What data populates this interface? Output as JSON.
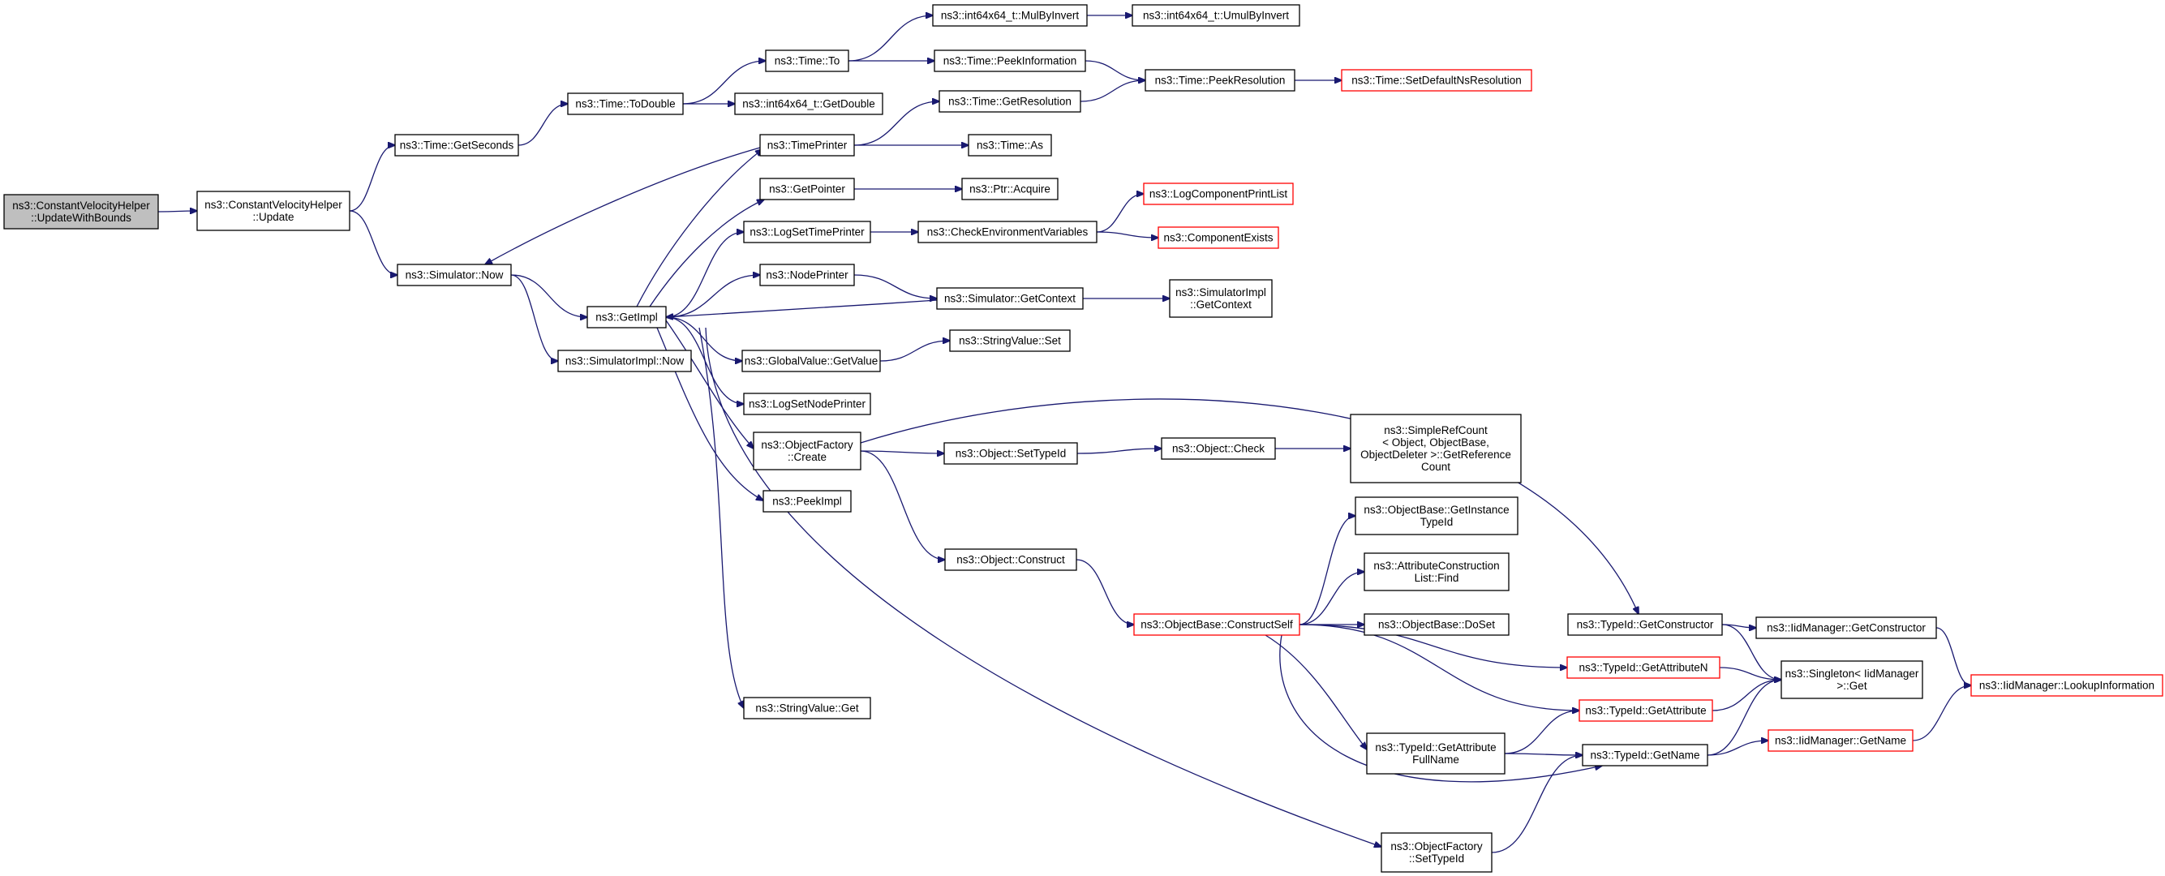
{
  "colors": {
    "edge": "#191970",
    "border": "#000000",
    "incomplete_border": "#ff0000",
    "root_fill": "#bfbfbf"
  },
  "nodes": [
    {
      "id": "cvh_updatewithbounds",
      "lines": [
        "ns3::ConstantVelocityHelper",
        "::UpdateWithBounds"
      ],
      "style": "root"
    },
    {
      "id": "cvh_update",
      "lines": [
        "ns3::ConstantVelocityHelper",
        "::Update"
      ],
      "style": "normal"
    },
    {
      "id": "time_getseconds",
      "lines": [
        "ns3::Time::GetSeconds"
      ],
      "style": "normal"
    },
    {
      "id": "simulator_now",
      "lines": [
        "ns3::Simulator::Now"
      ],
      "style": "normal"
    },
    {
      "id": "time_todouble",
      "lines": [
        "ns3::Time::ToDouble"
      ],
      "style": "normal"
    },
    {
      "id": "getimpl",
      "lines": [
        "ns3::GetImpl"
      ],
      "style": "normal"
    },
    {
      "id": "simulatorimpl_now",
      "lines": [
        "ns3::SimulatorImpl::Now"
      ],
      "style": "normal"
    },
    {
      "id": "time_to",
      "lines": [
        "ns3::Time::To"
      ],
      "style": "normal"
    },
    {
      "id": "int64_getdouble",
      "lines": [
        "ns3::int64x64_t::GetDouble"
      ],
      "style": "normal"
    },
    {
      "id": "int64_mulbyinvert",
      "lines": [
        "ns3::int64x64_t::MulByInvert"
      ],
      "style": "normal"
    },
    {
      "id": "int64_umulbyinvert",
      "lines": [
        "ns3::int64x64_t::UmulByInvert"
      ],
      "style": "normal"
    },
    {
      "id": "time_peekinformation",
      "lines": [
        "ns3::Time::PeekInformation"
      ],
      "style": "normal"
    },
    {
      "id": "time_getresolution",
      "lines": [
        "ns3::Time::GetResolution"
      ],
      "style": "normal"
    },
    {
      "id": "time_peekresolution",
      "lines": [
        "ns3::Time::PeekResolution"
      ],
      "style": "normal"
    },
    {
      "id": "time_setdefaultnsresolution",
      "lines": [
        "ns3::Time::SetDefaultNsResolution"
      ],
      "style": "incomplete"
    },
    {
      "id": "timeprinter",
      "lines": [
        "ns3::TimePrinter"
      ],
      "style": "normal"
    },
    {
      "id": "time_as",
      "lines": [
        "ns3::Time::As"
      ],
      "style": "normal"
    },
    {
      "id": "getpointer",
      "lines": [
        "ns3::GetPointer"
      ],
      "style": "normal"
    },
    {
      "id": "ptr_acquire",
      "lines": [
        "ns3::Ptr::Acquire"
      ],
      "style": "normal"
    },
    {
      "id": "logsettimeprinter",
      "lines": [
        "ns3::LogSetTimePrinter"
      ],
      "style": "normal"
    },
    {
      "id": "checkenvironmentvariables",
      "lines": [
        "ns3::CheckEnvironmentVariables"
      ],
      "style": "normal"
    },
    {
      "id": "logcomponentprintlist",
      "lines": [
        "ns3::LogComponentPrintList"
      ],
      "style": "incomplete"
    },
    {
      "id": "componentexists",
      "lines": [
        "ns3::ComponentExists"
      ],
      "style": "incomplete"
    },
    {
      "id": "nodeprinter",
      "lines": [
        "ns3::NodePrinter"
      ],
      "style": "normal"
    },
    {
      "id": "simulator_getcontext",
      "lines": [
        "ns3::Simulator::GetContext"
      ],
      "style": "normal"
    },
    {
      "id": "simulatorimpl_getcontext",
      "lines": [
        "ns3::SimulatorImpl",
        "::GetContext"
      ],
      "style": "normal"
    },
    {
      "id": "globalvalue_getvalue",
      "lines": [
        "ns3::GlobalValue::GetValue"
      ],
      "style": "normal"
    },
    {
      "id": "stringvalue_set",
      "lines": [
        "ns3::StringValue::Set"
      ],
      "style": "normal"
    },
    {
      "id": "logsetnodeprinter",
      "lines": [
        "ns3::LogSetNodePrinter"
      ],
      "style": "normal"
    },
    {
      "id": "objectfactory_create",
      "lines": [
        "ns3::ObjectFactory",
        "::Create"
      ],
      "style": "normal"
    },
    {
      "id": "object_settypeid",
      "lines": [
        "ns3::Object::SetTypeId"
      ],
      "style": "normal"
    },
    {
      "id": "object_check",
      "lines": [
        "ns3::Object::Check"
      ],
      "style": "normal"
    },
    {
      "id": "simplerefcount_getreferencecount",
      "lines": [
        "ns3::SimpleRefCount",
        "< Object, ObjectBase,",
        "ObjectDeleter >::GetReference",
        "Count"
      ],
      "style": "normal"
    },
    {
      "id": "peekimpl",
      "lines": [
        "ns3::PeekImpl"
      ],
      "style": "normal"
    },
    {
      "id": "object_construct",
      "lines": [
        "ns3::Object::Construct"
      ],
      "style": "normal"
    },
    {
      "id": "objectbase_constructself",
      "lines": [
        "ns3::ObjectBase::ConstructSelf"
      ],
      "style": "incomplete"
    },
    {
      "id": "objectbase_getinstancetypeid",
      "lines": [
        "ns3::ObjectBase::GetInstance",
        "TypeId"
      ],
      "style": "normal"
    },
    {
      "id": "attributeconstructionlist_find",
      "lines": [
        "ns3::AttributeConstruction",
        "List::Find"
      ],
      "style": "normal"
    },
    {
      "id": "objectbase_doset",
      "lines": [
        "ns3::ObjectBase::DoSet"
      ],
      "style": "normal"
    },
    {
      "id": "typeid_getconstructor",
      "lines": [
        "ns3::TypeId::GetConstructor"
      ],
      "style": "normal"
    },
    {
      "id": "iidmanager_getconstructor",
      "lines": [
        "ns3::IidManager::GetConstructor"
      ],
      "style": "normal"
    },
    {
      "id": "typeid_getattributen",
      "lines": [
        "ns3::TypeId::GetAttributeN"
      ],
      "style": "incomplete"
    },
    {
      "id": "singleton_get",
      "lines": [
        "ns3::Singleton< IidManager",
        ">::Get"
      ],
      "style": "normal"
    },
    {
      "id": "iidmanager_lookupinformation",
      "lines": [
        "ns3::IidManager::LookupInformation"
      ],
      "style": "incomplete"
    },
    {
      "id": "typeid_getattribute",
      "lines": [
        "ns3::TypeId::GetAttribute"
      ],
      "style": "incomplete"
    },
    {
      "id": "typeid_getattributefullname",
      "lines": [
        "ns3::TypeId::GetAttribute",
        "FullName"
      ],
      "style": "normal"
    },
    {
      "id": "typeid_getname",
      "lines": [
        "ns3::TypeId::GetName"
      ],
      "style": "normal"
    },
    {
      "id": "iidmanager_getname",
      "lines": [
        "ns3::IidManager::GetName"
      ],
      "style": "incomplete"
    },
    {
      "id": "stringvalue_get",
      "lines": [
        "ns3::StringValue::Get"
      ],
      "style": "normal"
    },
    {
      "id": "objectfactory_settypeid",
      "lines": [
        "ns3::ObjectFactory",
        "::SetTypeId"
      ],
      "style": "normal"
    }
  ],
  "edges": [
    [
      "cvh_updatewithbounds",
      "cvh_update"
    ],
    [
      "cvh_update",
      "time_getseconds"
    ],
    [
      "cvh_update",
      "simulator_now"
    ],
    [
      "time_getseconds",
      "time_todouble"
    ],
    [
      "time_todouble",
      "time_to"
    ],
    [
      "time_todouble",
      "int64_getdouble"
    ],
    [
      "time_to",
      "int64_mulbyinvert"
    ],
    [
      "time_to",
      "time_peekinformation"
    ],
    [
      "int64_mulbyinvert",
      "int64_umulbyinvert"
    ],
    [
      "time_peekinformation",
      "time_peekresolution"
    ],
    [
      "time_getresolution",
      "time_peekresolution"
    ],
    [
      "time_peekresolution",
      "time_setdefaultnsresolution"
    ],
    [
      "timeprinter",
      "time_getresolution"
    ],
    [
      "timeprinter",
      "time_as"
    ],
    [
      "timeprinter",
      "simulator_now"
    ],
    [
      "simulator_now",
      "getimpl"
    ],
    [
      "simulator_now",
      "simulatorimpl_now"
    ],
    [
      "getimpl",
      "timeprinter"
    ],
    [
      "getimpl",
      "getpointer"
    ],
    [
      "getimpl",
      "logsettimeprinter"
    ],
    [
      "getimpl",
      "nodeprinter"
    ],
    [
      "getimpl",
      "globalvalue_getvalue"
    ],
    [
      "getimpl",
      "logsetnodeprinter"
    ],
    [
      "getimpl",
      "objectfactory_create"
    ],
    [
      "getimpl",
      "peekimpl"
    ],
    [
      "getimpl",
      "stringvalue_get"
    ],
    [
      "getimpl",
      "objectfactory_settypeid"
    ],
    [
      "getpointer",
      "ptr_acquire"
    ],
    [
      "logsettimeprinter",
      "checkenvironmentvariables"
    ],
    [
      "checkenvironmentvariables",
      "logcomponentprintlist"
    ],
    [
      "checkenvironmentvariables",
      "componentexists"
    ],
    [
      "nodeprinter",
      "simulator_getcontext"
    ],
    [
      "simulator_getcontext",
      "simulatorimpl_getcontext"
    ],
    [
      "simulator_getcontext",
      "getimpl"
    ],
    [
      "globalvalue_getvalue",
      "stringvalue_set"
    ],
    [
      "objectfactory_create",
      "object_settypeid"
    ],
    [
      "objectfactory_create",
      "object_construct"
    ],
    [
      "objectfactory_create",
      "typeid_getconstructor"
    ],
    [
      "object_settypeid",
      "object_check"
    ],
    [
      "object_check",
      "simplerefcount_getreferencecount"
    ],
    [
      "object_construct",
      "objectbase_constructself"
    ],
    [
      "objectbase_constructself",
      "objectbase_getinstancetypeid"
    ],
    [
      "objectbase_constructself",
      "attributeconstructionlist_find"
    ],
    [
      "objectbase_constructself",
      "objectbase_doset"
    ],
    [
      "objectbase_constructself",
      "typeid_getattributen"
    ],
    [
      "objectbase_constructself",
      "typeid_getattribute"
    ],
    [
      "objectbase_constructself",
      "typeid_getattributefullname"
    ],
    [
      "objectbase_constructself",
      "typeid_getname"
    ],
    [
      "typeid_getconstructor",
      "iidmanager_getconstructor"
    ],
    [
      "typeid_getconstructor",
      "singleton_get"
    ],
    [
      "iidmanager_getconstructor",
      "iidmanager_lookupinformation"
    ],
    [
      "typeid_getattributen",
      "singleton_get"
    ],
    [
      "typeid_getattribute",
      "singleton_get"
    ],
    [
      "typeid_getattributefullname",
      "typeid_getattribute"
    ],
    [
      "typeid_getattributefullname",
      "typeid_getname"
    ],
    [
      "typeid_getname",
      "singleton_get"
    ],
    [
      "typeid_getname",
      "iidmanager_getname"
    ],
    [
      "iidmanager_getname",
      "iidmanager_lookupinformation"
    ],
    [
      "objectfactory_settypeid",
      "typeid_getname"
    ]
  ]
}
